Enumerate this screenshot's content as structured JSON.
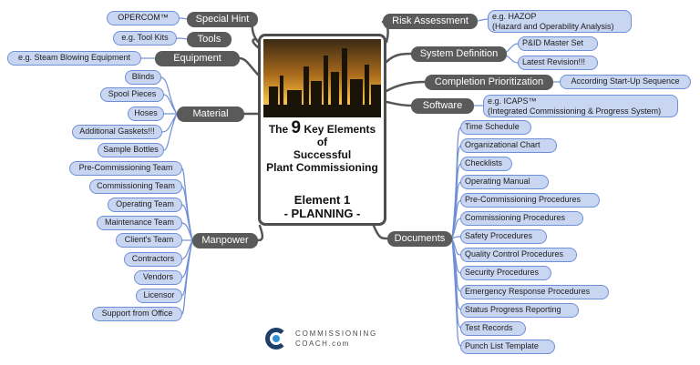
{
  "center": {
    "title_pre": "The",
    "title_num": "9",
    "title_post": "Key Elements",
    "title_of": "of",
    "title_line3": "Successful",
    "title_line4": "Plant Commissioning",
    "element": "Element 1",
    "element_sub": "- PLANNING -"
  },
  "branches": {
    "special_hint": "Special Hint",
    "tools": "Tools",
    "equipment": "Equipment",
    "material": "Material",
    "manpower": "Manpower",
    "risk": "Risk Assessment",
    "system": "System Definition",
    "completion": "Completion Prioritization",
    "software": "Software",
    "documents": "Documents"
  },
  "leaves": {
    "opercom": "OPERCOM™",
    "tool_kits": "e.g. Tool Kits",
    "steam_blowing": "e.g. Steam Blowing Equipment",
    "material": [
      "Blinds",
      "Spool Pieces",
      "Hoses",
      "Additional Gaskets!!!",
      "Sample Bottles"
    ],
    "manpower": [
      "Pre-Commissioning Team",
      "Commissioning Team",
      "Operating Team",
      "Maintenance Team",
      "Client's Team",
      "Contractors",
      "Vendors",
      "Licensor",
      "Support from Office"
    ],
    "hazop_1": "e.g. HAZOP",
    "hazop_2": "(Hazard and Operability Analysis)",
    "system": [
      "P&ID Master Set",
      "Latest Revision!!!"
    ],
    "completion": "According Start-Up Sequence",
    "icaps_1": "e.g. ICAPS™",
    "icaps_2": "(Integrated Commissioning & Progress System)",
    "documents": [
      "Time Schedule",
      "Organizational Chart",
      "Checklists",
      "Operating Manual",
      "Pre-Commissioning Procedures",
      "Commissioning Procedures",
      "Safety Procedures",
      "Quality Control Procedures",
      "Security Procedures",
      "Emergency Response Procedures",
      "Status Progress Reporting",
      "Test Records",
      "Punch List Template"
    ]
  },
  "logo": {
    "line1": "COMMISSIONING",
    "line2": "COACH.com"
  },
  "colors": {
    "branch_fill": "#5a5a5a",
    "leaf_fill": "#c9d6f1",
    "leaf_border": "#6f8fd6",
    "connector": "#555555",
    "leaf_connector": "#6f8fd6"
  }
}
